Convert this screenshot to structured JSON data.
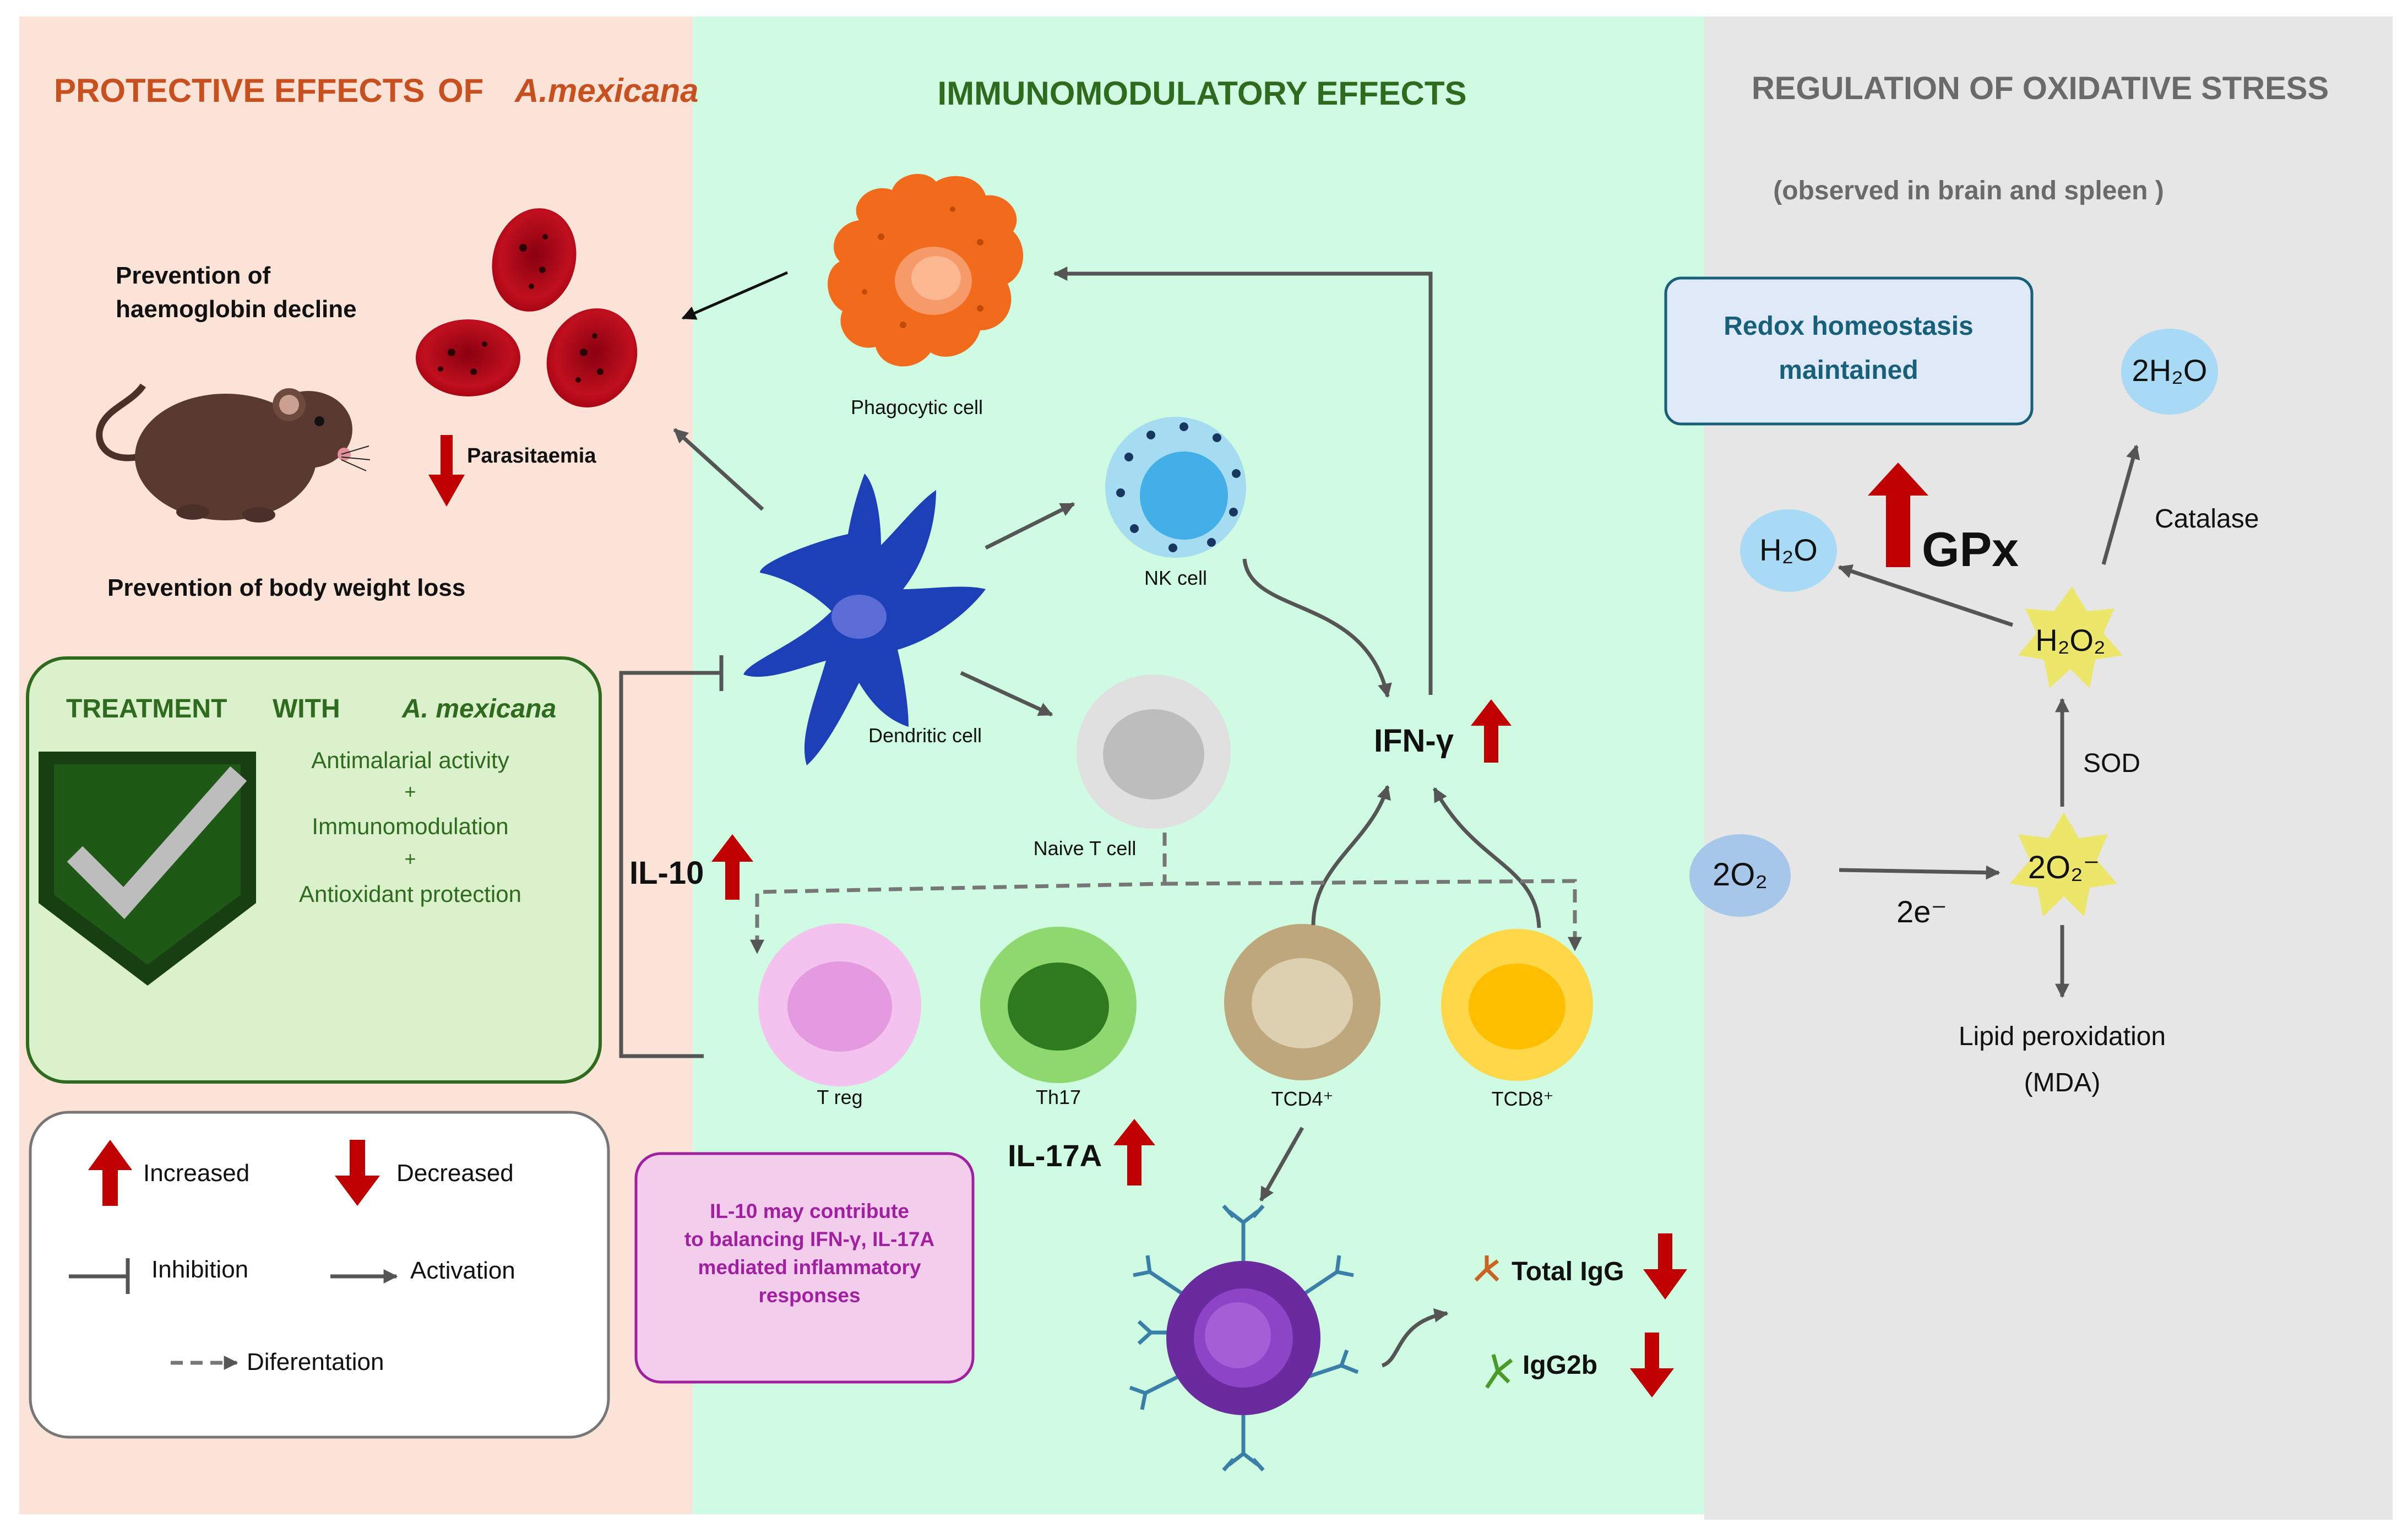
{
  "panels": {
    "protective": {
      "title": "PROTECTIVE EFFECTS",
      "title_of": "OF",
      "title_species": "A.mexicana",
      "color": "#c8501e"
    },
    "immuno": {
      "title": "IMMUNOMODULATORY EFFECTS",
      "color": "#2e6b1e"
    },
    "oxidative": {
      "title": "REGULATION OF OXIDATIVE STRESS",
      "subtitle": "(observed  in brain and spleen )",
      "color": "#6a6a6a"
    }
  },
  "background_colors": {
    "left": "#fbe3d8",
    "middle": "#cffbe2",
    "right": "#e6e6e6"
  },
  "protective": {
    "haemoglobin": [
      "Prevention    of",
      "haemoglobin   decline"
    ],
    "parasitaemia": "Parasitaemia",
    "body_weight": "Prevention   of    body   weight  loss"
  },
  "treatment": {
    "title_a": "TREATMENT",
    "title_b": "WITH",
    "title_c": "A. mexicana",
    "line1": "Antimalarial      activity",
    "plus1": "+",
    "line2": "Immunomodulation",
    "plus2": "+",
    "line3": "Antioxidant         protection",
    "icon": "checkmark-shield-icon",
    "color": "#2e6b1e"
  },
  "legend": {
    "increased": "Increased",
    "decreased": "Decreased",
    "inhibition": "Inhibition",
    "activation": "Activation",
    "differentiation": "Diferentation"
  },
  "cells": {
    "phagocytic": "Phagocytic cell",
    "nk": "NK cell",
    "dendritic": "Dendritic cell",
    "naive": "Naive T cell",
    "treg": "T reg",
    "th17": "Th17",
    "tcd4": "TCD4⁺",
    "tcd8": "TCD8⁺"
  },
  "cytokines": {
    "ifn": "IFN-γ",
    "il10": "IL-10",
    "il17a": "IL-17A"
  },
  "il10_note": [
    "IL-10     may     contribute",
    "to balancing  IFN-γ, IL-17A",
    "mediated inflammatory",
    "responses"
  ],
  "antibodies": {
    "total_igg": "Total IgG",
    "igg2b": "IgG2b"
  },
  "oxidative": {
    "redox": [
      "Redox homeostasis",
      "maintained"
    ],
    "gpx": "GPx",
    "catalase": "Catalase",
    "sod": "SOD",
    "electrons": "2e⁻",
    "lipid": [
      "Lipid peroxidation",
      "(MDA)"
    ],
    "h2o_left": "H₂O",
    "h2o_right": "2H₂O",
    "h2o2": "H₂O₂",
    "superoxide": "2O₂⁻",
    "oxygen": "2O₂"
  },
  "colors": {
    "red_arrow": "#c00000",
    "grey_arrow": "#555555",
    "dendritic": "#1d3fb8",
    "phagocyte": "#f26a1b"
  }
}
